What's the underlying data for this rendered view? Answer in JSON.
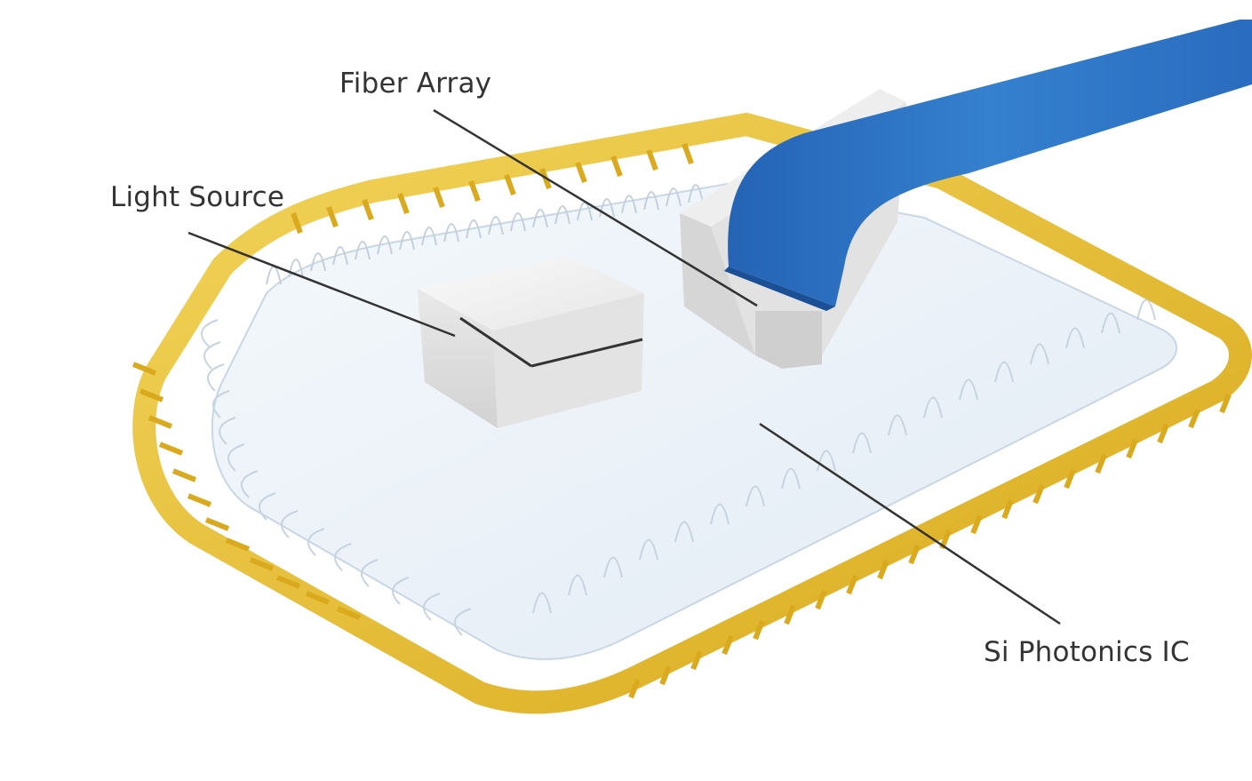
{
  "labels": {
    "fiber_array": "Fiber Array",
    "light_source": "Light Source",
    "si_photonics_ic": "Si Photonics IC"
  },
  "colors": {
    "gold": "#e8c23a",
    "gold_dark": "#c99a12",
    "fiber_blue": "#2f74c4",
    "fiber_blue_dark": "#1f5fae",
    "chip_surface": "#eef4fa",
    "wire": "#d6e0ea",
    "leader_line": "#333333",
    "label_text": "#333333"
  }
}
